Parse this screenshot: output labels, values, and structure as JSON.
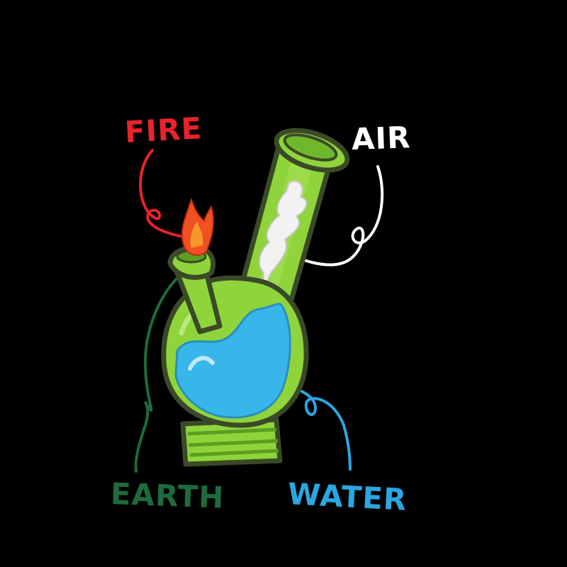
{
  "labels": {
    "fire": "FIRE",
    "air": "AIR",
    "earth": "EARTH",
    "water": "WATER"
  },
  "colors": {
    "background": "#000000",
    "fire": "#e8232b",
    "air": "#ffffff",
    "earth": "#1e6b3d",
    "water": "#2aa6e0",
    "glass": "#8fd43a",
    "glass_dark": "#5a9e22",
    "outline": "#3a4a28"
  },
  "icons": [
    "bong-illustration",
    "flame-icon",
    "smoke-icon",
    "water-icon"
  ]
}
